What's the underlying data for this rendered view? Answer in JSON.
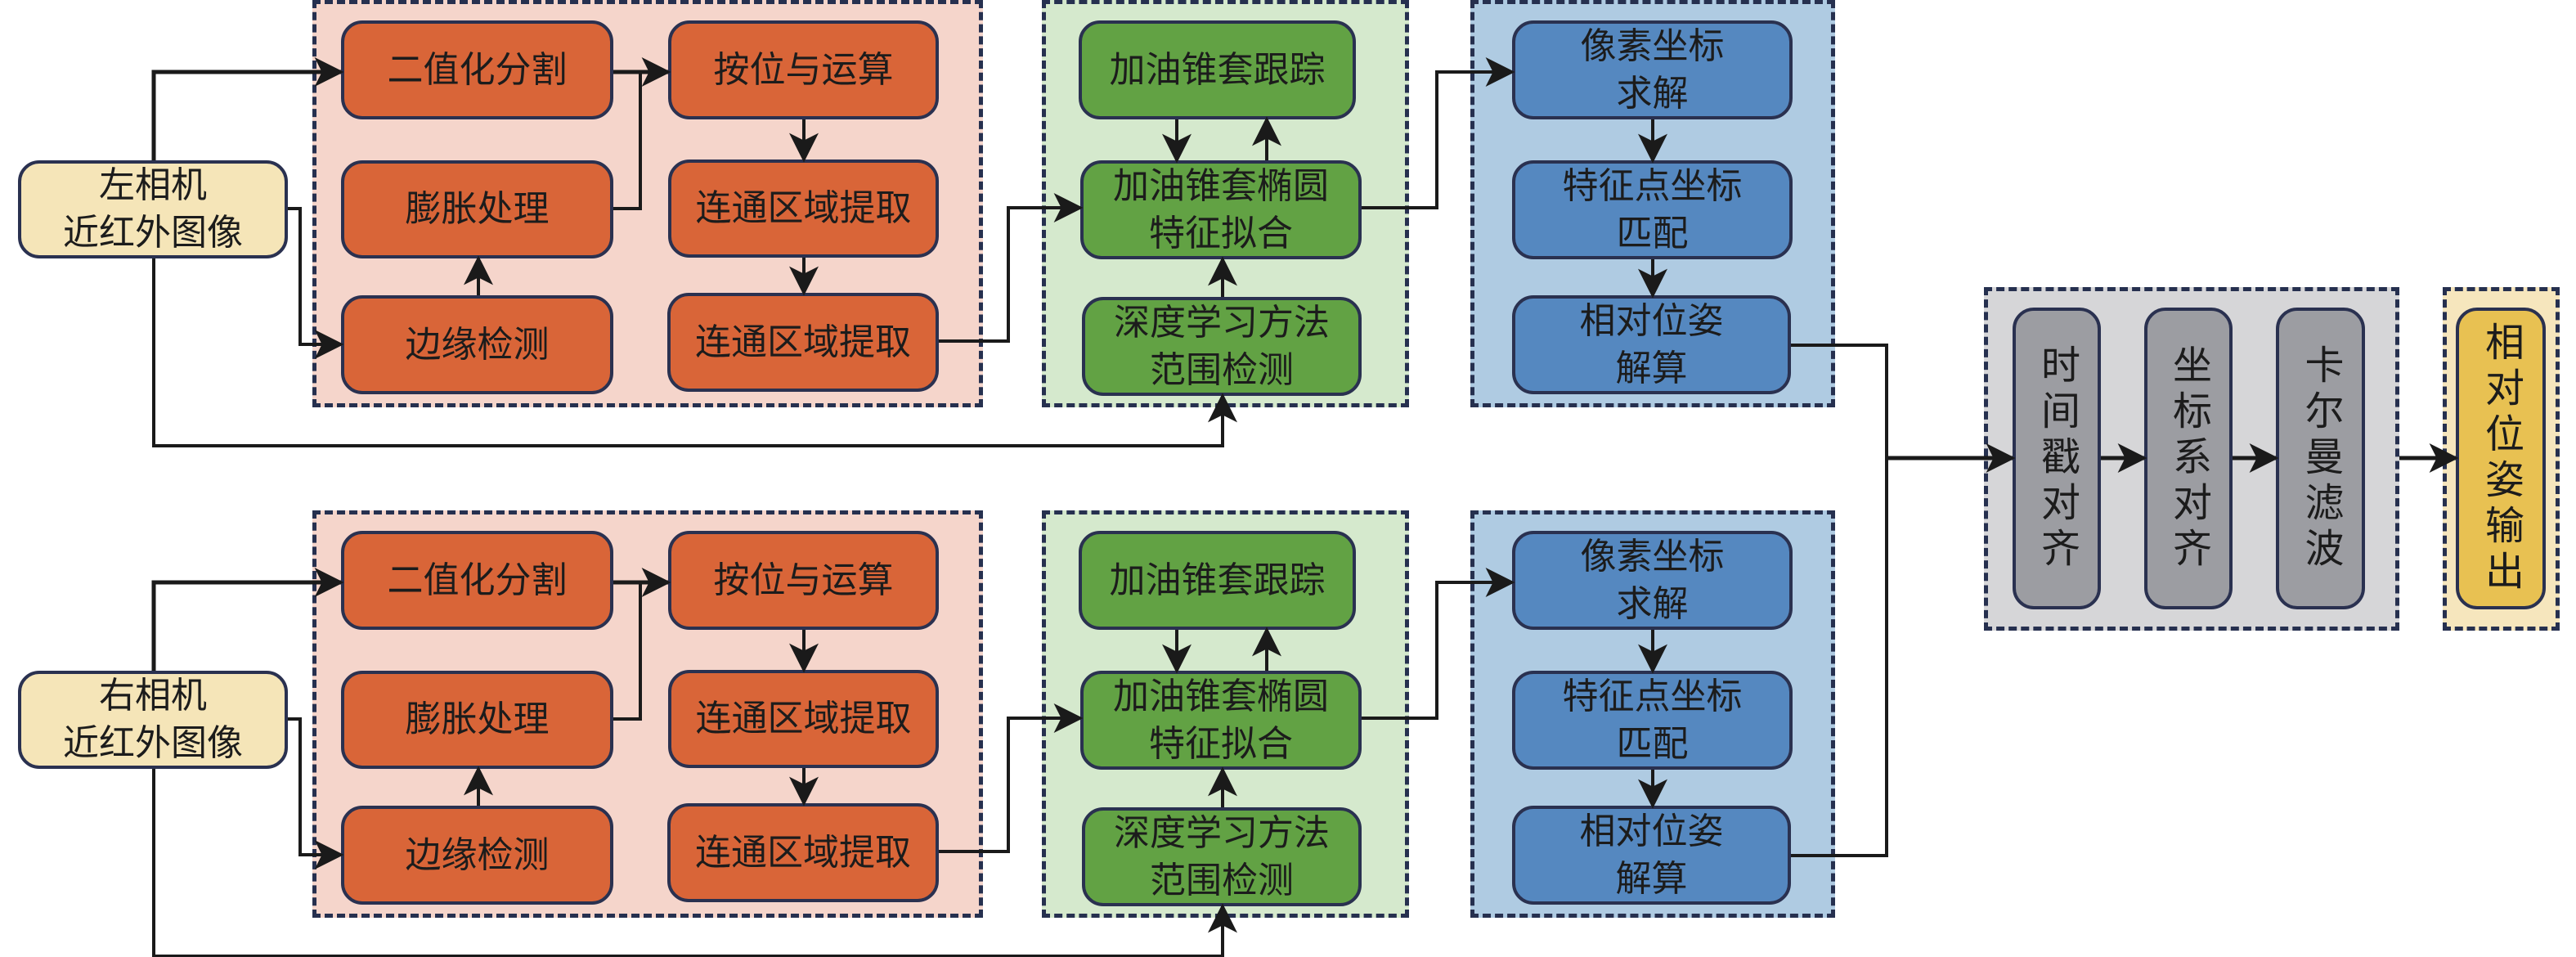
{
  "colors": {
    "preprocess_bg": "#f5d5cb",
    "preprocess_node": "#d96538",
    "detection_bg": "#d5e9cd",
    "detection_node": "#62a244",
    "pose_bg": "#afcbe2",
    "pose_node": "#5588c0",
    "fusion_bg": "#d6d6d8",
    "fusion_node": "#9c9da2",
    "camera_node": "#f5e5b8",
    "output_bg": "#f6e6bd",
    "output_node": "#e8c152",
    "border": "#2a3150",
    "wire": "#1a1a1a"
  },
  "pipelines": [
    {
      "camera": "左相机\n近红外图像",
      "preprocess": {
        "binarize": "二值化分割",
        "dilate": "膨胀处理",
        "edge": "边缘检测",
        "bitwise_and": "按位与运算",
        "connected_1": "连通区域提取",
        "connected_2": "连通区域提取"
      },
      "detection": {
        "tracking": "加油锥套跟踪",
        "ellipse_fit": "加油锥套椭圆\n特征拟合",
        "dl_detect": "深度学习方法\n范围检测"
      },
      "pose": {
        "pixel_coords": "像素坐标\n求解",
        "feature_match": "特征点坐标\n匹配",
        "relative_pose": "相对位姿\n解算"
      }
    },
    {
      "camera": "右相机\n近红外图像",
      "preprocess": {
        "binarize": "二值化分割",
        "dilate": "膨胀处理",
        "edge": "边缘检测",
        "bitwise_and": "按位与运算",
        "connected_1": "连通区域提取",
        "connected_2": "连通区域提取"
      },
      "detection": {
        "tracking": "加油锥套跟踪",
        "ellipse_fit": "加油锥套椭圆\n特征拟合",
        "dl_detect": "深度学习方法\n范围检测"
      },
      "pose": {
        "pixel_coords": "像素坐标\n求解",
        "feature_match": "特征点坐标\n匹配",
        "relative_pose": "相对位姿\n解算"
      }
    }
  ],
  "fusion": {
    "timestamp_align": "时间戳对齐",
    "frame_align": "坐标系对齐",
    "kalman": "卡尔曼滤波"
  },
  "output": "相对位姿输出"
}
